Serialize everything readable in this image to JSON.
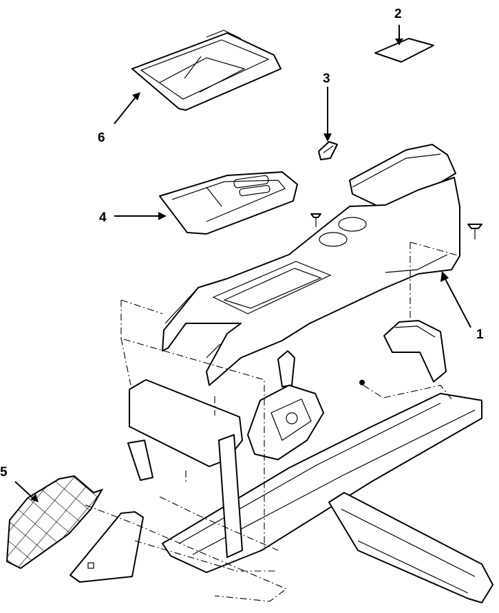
{
  "diagram": {
    "callouts": [
      {
        "id": "1",
        "label": "1"
      },
      {
        "id": "2",
        "label": "2"
      },
      {
        "id": "3",
        "label": "3"
      },
      {
        "id": "4",
        "label": "4"
      },
      {
        "id": "5",
        "label": "5"
      },
      {
        "id": "6",
        "label": "6"
      }
    ],
    "parts": [
      {
        "id": "console-assembly",
        "callout": "1"
      },
      {
        "id": "pad-insert",
        "callout": "2"
      },
      {
        "id": "clip",
        "callout": "3"
      },
      {
        "id": "shifter-bezel",
        "callout": "4"
      },
      {
        "id": "side-panel",
        "callout": "5"
      },
      {
        "id": "storage-bin-trim",
        "callout": "6"
      }
    ],
    "colors": {
      "line": "#000000",
      "background": "#ffffff"
    }
  }
}
